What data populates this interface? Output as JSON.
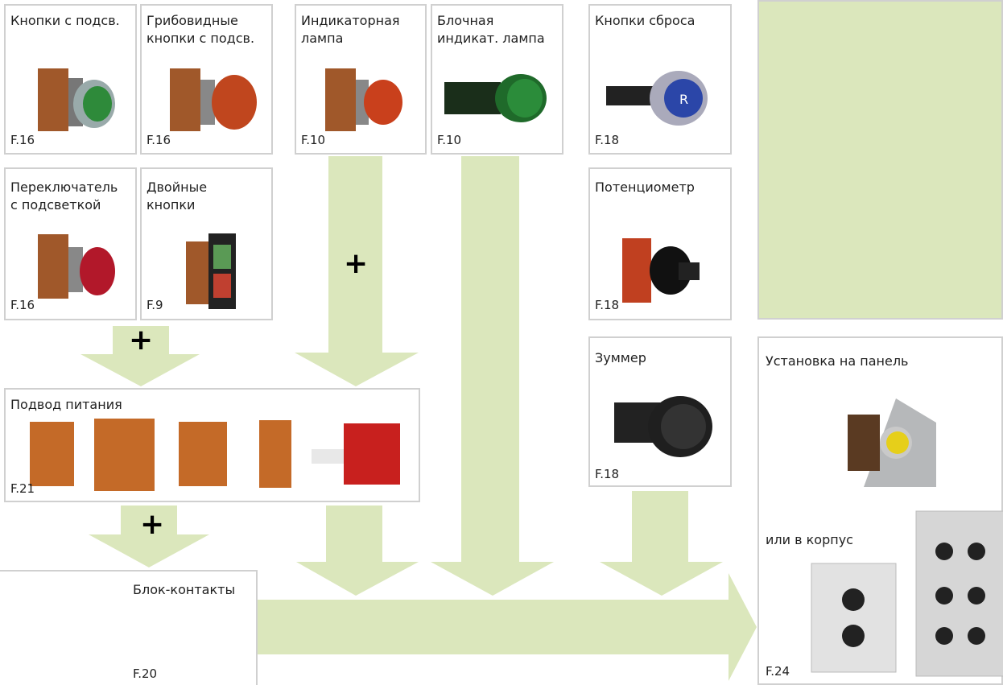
{
  "colors": {
    "arrow": "#dbe7bc",
    "border": "#d0d0d0"
  },
  "cells": {
    "lit_buttons": {
      "title": "Кнопки с подсв.",
      "code": "F.16"
    },
    "mushroom_buttons": {
      "title": "Грибовидные\nкнопки с подсв.",
      "code": "F.16"
    },
    "indicator_lamp": {
      "title": "Индикаторная\nлампа",
      "code": "F.10"
    },
    "block_lamp": {
      "title": "Блочная\nиндикат. лампа",
      "code": "F.10"
    },
    "reset_buttons": {
      "title": "Кнопки сброса",
      "code": "F.18"
    },
    "selector": {
      "title": "Переключатель\nс подсветкой",
      "code": "F.16"
    },
    "double_buttons": {
      "title": "Двойные\nкнопки",
      "code": "F.9"
    },
    "potentiometer": {
      "title": "Потенциометр",
      "code": "F.18"
    },
    "buzzer": {
      "title": "Зуммер",
      "code": "F.18"
    },
    "power_supply": {
      "title": "Подвод питания",
      "code": "F.21"
    },
    "contact_blocks": {
      "title": "Блок-контакты",
      "code": "F.20"
    },
    "mounting": {
      "title": "Установка на панель",
      "subtitle": "или в корпус",
      "code": "F.24"
    }
  },
  "plus_sign": "+"
}
